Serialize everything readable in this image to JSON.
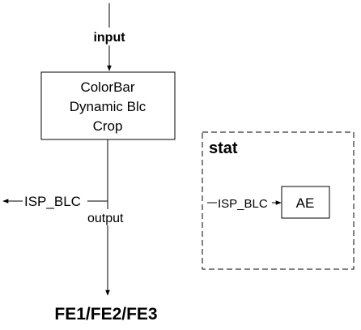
{
  "input_label": "input",
  "main_block": {
    "line1": "ColorBar",
    "line2": "Dynamic Blc",
    "line3": "Crop"
  },
  "isp_blc_label": "ISP_BLC",
  "output_label": "output",
  "final_output_label": "FE1/FE2/FE3",
  "stat_group": {
    "title": "stat",
    "input_label": "ISP_BLC",
    "block_label": "AE"
  }
}
